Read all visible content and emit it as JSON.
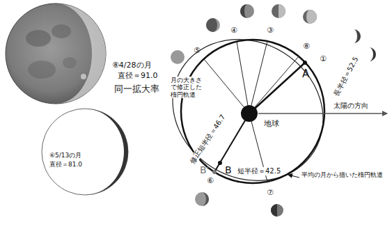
{
  "diagram": {
    "labels": [
      "⑧4/28の月",
      "直径＝91.0",
      "同一拡大率",
      "⑥5/13の月",
      "直径＝81.0",
      "①",
      "⑧",
      "③",
      "④",
      "⑤",
      "⑥",
      "⑦",
      "A",
      "B'",
      "B",
      "長半径＝52.5",
      "太陽の方向",
      "地球",
      "月の大きさで修正した楕円軌道",
      "修正短半径＝46.7",
      "短半径＝42.5",
      "平均の月から描いた楕円軌道"
    ]
  }
}
